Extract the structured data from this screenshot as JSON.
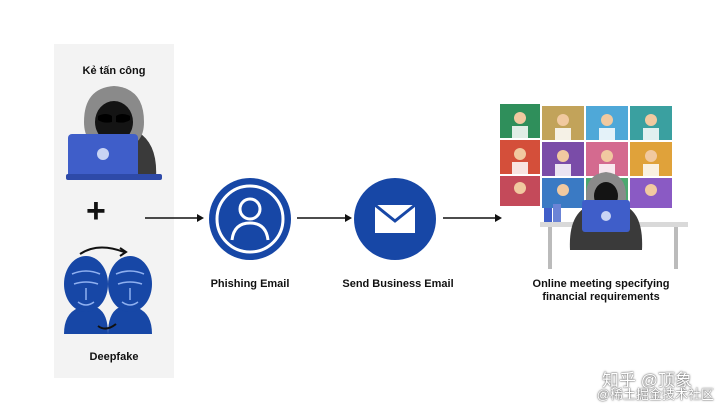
{
  "nodes": {
    "attacker": {
      "label": "Kẻ tấn công",
      "icon": "hooded-hacker-laptop-icon"
    },
    "plus": {
      "symbol": "+"
    },
    "deepfake": {
      "label": "Deepfake",
      "icon": "face-scan-deepfake-icon"
    },
    "phishing": {
      "label": "Phishing Email",
      "icon": "user-circle-icon"
    },
    "send": {
      "label": "Send Business Email",
      "icon": "envelope-circle-icon"
    },
    "meeting": {
      "label": "Online meeting specifying financial requirements",
      "icon": "video-conference-hacker-icon"
    }
  },
  "watermark": {
    "line1": "知乎 @顶象",
    "line2": "@稀土掘金技术社区"
  },
  "colors": {
    "accent": "#1747a6",
    "laptop": "#3f5ec9",
    "hood": "#3a3a3a",
    "panel": "#f3f3f3"
  }
}
